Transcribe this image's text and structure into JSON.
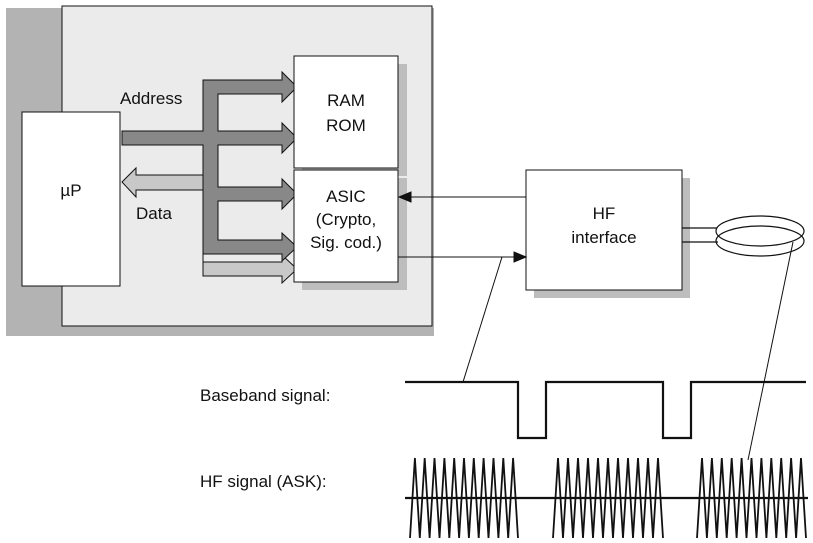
{
  "blocks": {
    "microprocessor": "µP",
    "memory_line1": "RAM",
    "memory_line2": "ROM",
    "asic_line1": "ASIC",
    "asic_line2": "(Crypto,",
    "asic_line3": "Sig. cod.)",
    "hf_line1": "HF",
    "hf_line2": "interface"
  },
  "buses": {
    "address": "Address",
    "data": "Data"
  },
  "signals": {
    "baseband_label": "Baseband signal:",
    "hf_label": "HF signal (ASK):"
  },
  "colors": {
    "board_fill": "#ebebeb",
    "board_shadow": "#b3b3b3",
    "box_shadow": "#bdbdbd",
    "address_bus": "#888888",
    "data_bus": "#c8c8c8",
    "line": "#111111"
  }
}
